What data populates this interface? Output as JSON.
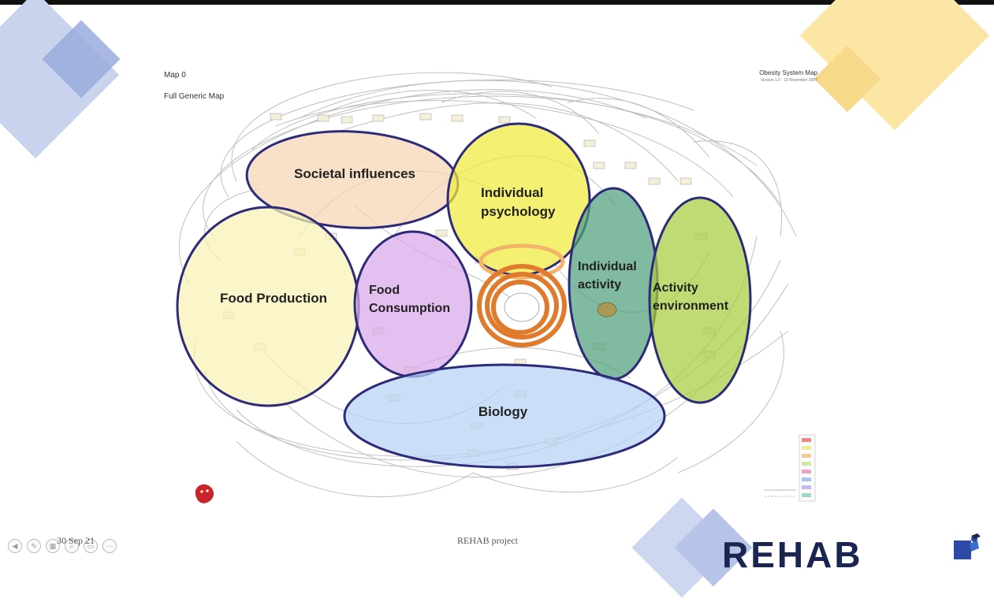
{
  "slide": {
    "map_id": "Map 0",
    "map_name": "Full Generic Map",
    "map_title": "Obesity System Map",
    "map_version": "Version 1.0 · 23 November 2007"
  },
  "clusters": [
    {
      "id": "societal",
      "label_lines": [
        "Societal influences"
      ],
      "fill": "#f5d6b3"
    },
    {
      "id": "psychology",
      "label_lines": [
        "Individual",
        "psychology"
      ],
      "fill": "#f0ea3c"
    },
    {
      "id": "production",
      "label_lines": [
        "Food Production"
      ],
      "fill": "#f8f3b4"
    },
    {
      "id": "consumption",
      "label_lines": [
        "Food",
        "Consumption"
      ],
      "fill": "#d8a8ea"
    },
    {
      "id": "activity",
      "label_lines": [
        "Individual",
        "activity"
      ],
      "fill": "#4f9f7d"
    },
    {
      "id": "environment",
      "label_lines": [
        "Activity",
        "environment"
      ],
      "fill": "#a8cc3e"
    },
    {
      "id": "biology",
      "label_lines": [
        "Biology"
      ],
      "fill": "#b7d1f4"
    }
  ],
  "colors": {
    "cluster_outline": "#2d2a7a",
    "core_ring": "#e07a2c",
    "core_ring_inner": "#f2b46a",
    "link": "#8a8a8a"
  },
  "footer": {
    "date": "30 Sep 21",
    "project": "REHAB project",
    "brand": "REHAB"
  },
  "icons": {
    "logo": "red-blob-logo",
    "brand_mark": "graduate-figure-icon"
  }
}
